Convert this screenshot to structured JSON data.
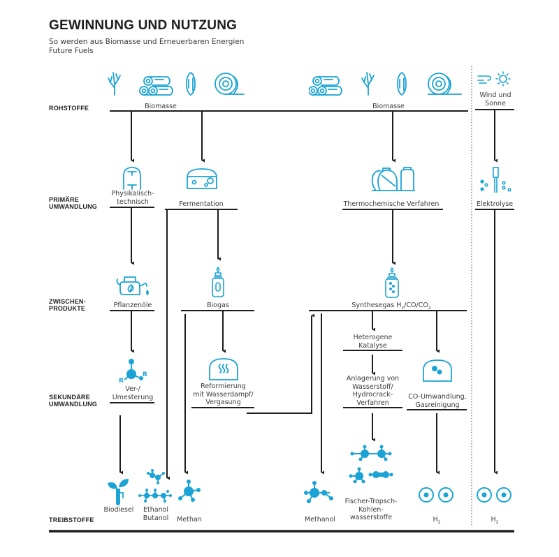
{
  "header": {
    "title": "GEWINNUNG UND NUTZUNG",
    "subtitle_line1": "So werden aus Biomasse und Erneuerbaren Energien",
    "subtitle_line2": "Future Fuels"
  },
  "colors": {
    "accent": "#1aa3d4",
    "line": "#1d1d1b",
    "text": "#3a3a3a"
  },
  "rows": [
    {
      "id": "rohstoffe",
      "label": "ROHSTOFFE"
    },
    {
      "id": "primaer",
      "label": "PRIMÄRE\nUMWANDLUNG"
    },
    {
      "id": "zwischen",
      "label": "ZWISCHEN-\nPRODUKTE"
    },
    {
      "id": "sekundaer",
      "label": "SEKUNDÄRE\nUMWANDLUNG"
    },
    {
      "id": "treibstoffe",
      "label": "TREIBSTOFFE"
    }
  ],
  "rohstoffe": {
    "biomasse_left": {
      "label": "Biomasse",
      "icons": [
        "seaweed-icon",
        "logs-icon",
        "corn-icon",
        "hay-bale-icon"
      ]
    },
    "biomasse_right": {
      "label": "Biomasse",
      "icons": [
        "logs-icon",
        "seaweed-icon",
        "corn-icon",
        "hay-bale-icon"
      ]
    },
    "wind_sonne": {
      "label": "Wind und\nSonne",
      "icons": [
        "wind-icon",
        "sun-icon"
      ]
    }
  },
  "primaer": {
    "physikalisch": {
      "label": "Physikalisch-\ntechnisch",
      "icon": "press-icon"
    },
    "fermentation": {
      "label": "Fermentation",
      "icon": "fermenter-icon"
    },
    "thermochemisch": {
      "label": "Thermochemische Verfahren",
      "icon": "tanks-icon"
    },
    "elektrolyse": {
      "label": "Elektrolyse",
      "icon": "electrolysis-icon"
    }
  },
  "zwischen": {
    "pflanzenoele": {
      "label": "Pflanzenöle",
      "icon": "oil-can-icon"
    },
    "biogas": {
      "label": "Biogas",
      "icon": "gas-bottle-icon"
    },
    "synthesegas": {
      "label": "Synthesegas H",
      "sub1": "2",
      "mid": "/CO/CO",
      "sub2": "2",
      "icon": "gas-bottle-molecule-icon"
    }
  },
  "sekundaer": {
    "umesterung": {
      "label": "Ver-/\nUmesterung",
      "icon": "ester-molecule-icon",
      "r_label": "R"
    },
    "reformierung": {
      "label": "Reformierung\nmit Wasserdampf/\nVergasung",
      "icon": "steam-reactor-icon"
    },
    "katalyse": {
      "label": "Heterogene\nKatalyse"
    },
    "hydrocrack": {
      "label": "Anlagerung von\nWasserstoff/\nHydrocrack-\nVerfahren"
    },
    "co_umwandlung": {
      "label": "CO-Umwandlung,\nGasreinigung",
      "icon": "reactor-molecule-icon"
    }
  },
  "treibstoffe": [
    {
      "label": "Biodiesel",
      "icon": "plant-pump-icon"
    },
    {
      "label": "Ethanol\nButanol",
      "icon": "alcohol-molecules-icon"
    },
    {
      "label": "Methan",
      "icon": "methane-molecule-icon"
    },
    {
      "label": "Methanol",
      "icon": "methanol-molecule-icon"
    },
    {
      "label": "Fischer-Tropsch-\nKohlen-\nwasserstoffe",
      "icon": "hydrocarbon-molecules-icon"
    },
    {
      "label": "H",
      "sub": "2",
      "icon": "hydrogen-icon"
    },
    {
      "label": "H",
      "sub": "2",
      "icon": "hydrogen-icon"
    }
  ]
}
